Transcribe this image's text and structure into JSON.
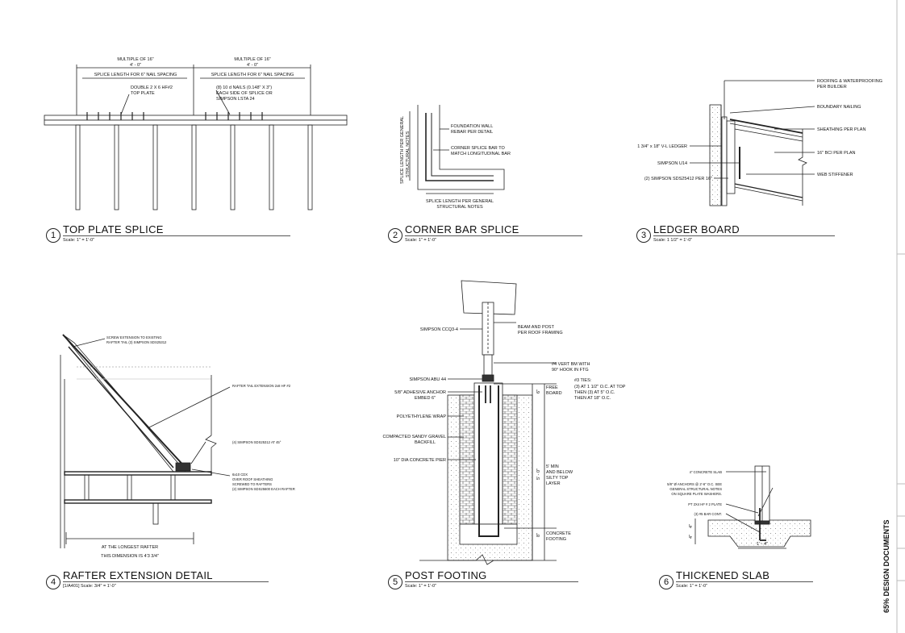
{
  "sheet_status": "65% DESIGN DOCUMENTS",
  "details": [
    {
      "number": "1",
      "title": "TOP PLATE SPLICE",
      "scale": "Scale:  1\" = 1'-0\""
    },
    {
      "number": "2",
      "title": "CORNER BAR SPLICE",
      "scale": "Scale:  1\" = 1'-0\""
    },
    {
      "number": "3",
      "title": "LEDGER BOARD",
      "scale": "Scale:  1 1/2\" = 1'-0\""
    },
    {
      "number": "4",
      "title": "RAFTER EXTENSION DETAIL",
      "scale": "[1/A401] Scale:  3/4\" = 1'-0\""
    },
    {
      "number": "5",
      "title": "POST FOOTING",
      "scale": "Scale:  1\" = 1'-0\""
    },
    {
      "number": "6",
      "title": "THICKENED SLAB",
      "scale": "Scale:  1\" = 1'-0\""
    }
  ],
  "d1": {
    "mult1": "MULTIPLE OF 16\"",
    "dim1": "4' - 0\"",
    "mult2": "MULTIPLE OF 16\"",
    "dim2": "4' - 0\"",
    "splice1": "SPLICE LENGTH FOR 6\" NAIL SPACING",
    "splice2": "SPLICE LENGTH FOR 6\" NAIL SPACING",
    "plate_a": "DOUBLE 2 X 6 HF#2",
    "plate_b": "TOP PLATE",
    "nails_a": "(8) 10 d NAILS (0.148\" X 3\")",
    "nails_b": "EACH SIDE OF SPLICE OR",
    "nails_c": "SIMPSON LSTA 24"
  },
  "d2": {
    "vert_a": "SPLICE LENGTH PER GENERAL",
    "vert_b": "STRUCTURAL NOTES",
    "wall_a": "FOUNDATION WALL",
    "wall_b": "REBAR PER DETAIL",
    "bar_a": "CORNER SPLICE BAR TO",
    "bar_b": "MATCH LONGITUDINAL BAR",
    "bot_a": "SPLICE LENGTH PER GENERAL",
    "bot_b": "STRUCTURAL NOTES"
  },
  "d3": {
    "roof_a": "ROOFING & WATERPROOFING",
    "roof_b": "PER BUILDER",
    "boundary": "BOUNDARY NAILING",
    "sheathing": "SHEATHING PER PLAN",
    "ledger": "1 3/4\" x 18\" V-L LEDGER",
    "bci": "16\" BCI PER PLAN",
    "u14": "SIMPSON U14",
    "sds": "(2) SIMPSON SDS25412 PER 16\"",
    "web": "WEB STIFFENER"
  },
  "d4": {
    "screw_a": "SCREW EXTENSION TO EXISTING",
    "screw_b": "RAFTER TAIL (3) SIMPSON SDS25312",
    "tail": "RAFTER TAIL EXTENSION 2x8 HF #2",
    "sds45": "(4) SIMPSON SDS25312 AT 45°",
    "cdx_a": "6x10 CDX",
    "cdx_b": "OVER ROOF SHEATHING",
    "cdx_c": "SCREWED TO RAFTERS",
    "cdx_d": "(2) SIMPSON SDS25600 EACH RAFTER",
    "dim_a": "AT THE LONGEST RAFTER",
    "dim_b": "THIS DIMENSION IS 4'3 3/4\""
  },
  "d5": {
    "ccq": "SIMPSON CCQ3-4",
    "beam_a": "BEAM AND POST",
    "beam_b": "PER ROOF FRAMING",
    "vert_a": "#4 VERT BM WITH",
    "vert_b": "90° HOOK IN FTG",
    "abu": "SIMPSON ABU 44",
    "ties_a": "#3 TIES:",
    "ties_b": "(3) AT 1 1/2\" O.C. AT TOP",
    "ties_c": "THEN (3) AT 5\" O.C.",
    "ties_d": "THEN AT 18\" O.C.",
    "anchor_a": "5/8\" ADHESIVE ANCHOR",
    "anchor_b": "EMBED 6\"",
    "free_a": "FREE",
    "free_b": "BOARD",
    "dim_free": "6\"",
    "poly": "POLYETHYLENE WRAP",
    "gravel_a": "COMPACTED SANDY GRAVEL",
    "gravel_b": "BACKFILL",
    "pier": "10\" DIA CONCRETE PIER",
    "min_a": "5' MIN",
    "min_b": "AND BELOW",
    "min_c": "SILTY TOP",
    "min_d": "LAYER",
    "dim_min": "5' - 0\"",
    "foot_a": "CONCRETE",
    "foot_b": "FOOTING",
    "dim_foot": "8\""
  },
  "d6": {
    "slab": "4\" CONCRETE SLAB",
    "anch_a": "5/8\" Ø ANCHORS @ 2'-6\" O.C. SEE",
    "anch_b": "GENERAL STRUCTURAL NOTES",
    "anch_c": "ON SQUARE PLATE WASHERS.",
    "pt": "PT 2X4 HF # 2 PLATE",
    "bar": "(3) #5 BAR CONT.",
    "dim_w": "1' - 4\"",
    "dim_h1": "4\"",
    "dim_h2": "4\""
  }
}
